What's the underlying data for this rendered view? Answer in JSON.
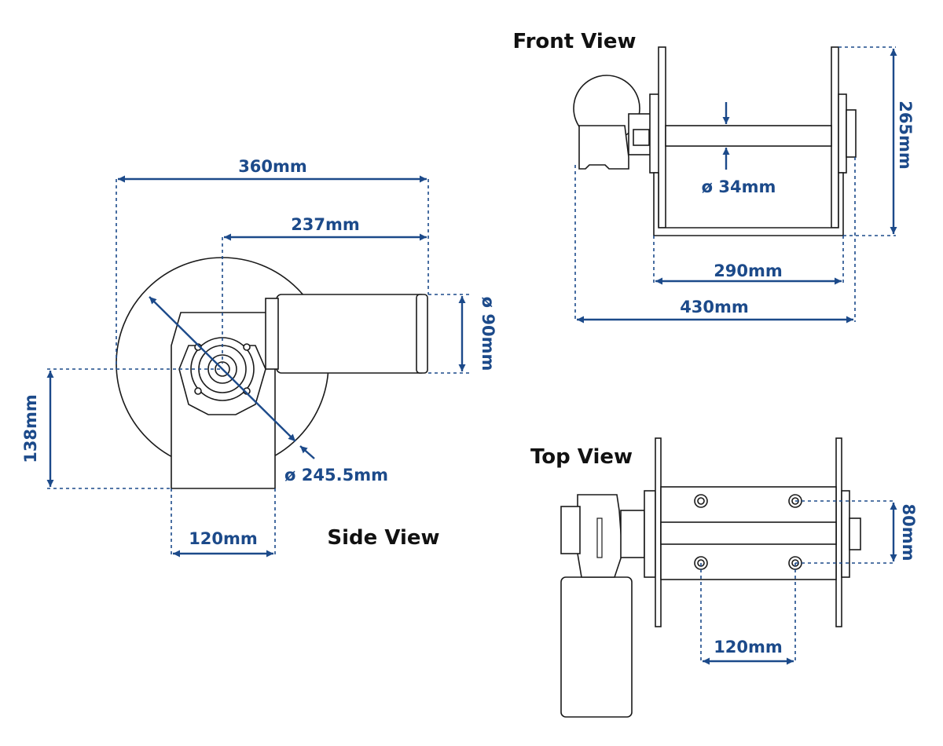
{
  "colors": {
    "dimension": "#1c4a8a",
    "outline": "#1a1a1a",
    "title": "#111111",
    "background": "#ffffff"
  },
  "views": {
    "side": {
      "title": "Side View",
      "dims": {
        "overall_length": "360mm",
        "motor_extent": "237mm",
        "motor_diameter": "ø 90mm",
        "axle_height": "138mm",
        "base_width": "120mm",
        "drum_diameter": "ø 245.5mm"
      }
    },
    "front": {
      "title": "Front View",
      "dims": {
        "height": "265mm",
        "shaft_diameter": "ø 34mm",
        "drum_width": "290mm",
        "overall_width": "430mm"
      }
    },
    "top": {
      "title": "Top View",
      "dims": {
        "hole_spacing_vertical": "80mm",
        "hole_spacing_horizontal": "120mm"
      }
    }
  }
}
